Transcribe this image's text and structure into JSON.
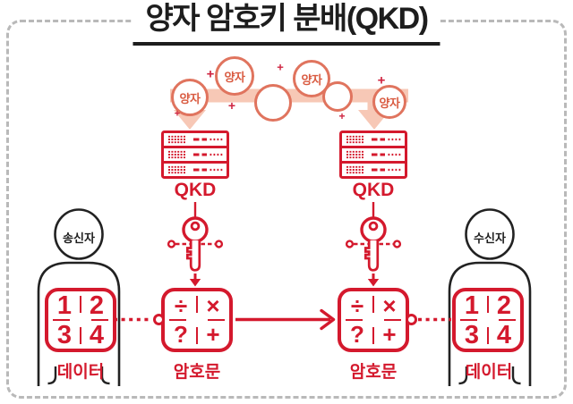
{
  "title": "양자 암호키 분배(QKD)",
  "quantum": {
    "plus_glyph": "+",
    "particles": [
      {
        "label": "양자"
      },
      {
        "label": "양자"
      },
      {
        "label": ""
      },
      {
        "label": "양자"
      },
      {
        "label": ""
      },
      {
        "label": "양자"
      }
    ]
  },
  "qkd": {
    "left_label": "QKD",
    "right_label": "QKD"
  },
  "sender": {
    "role": "송신자",
    "data_label": "데이터",
    "values": [
      "1",
      "2",
      "3",
      "4"
    ]
  },
  "receiver": {
    "role": "수신자",
    "data_label": "데이터",
    "values": [
      "1",
      "2",
      "3",
      "4"
    ]
  },
  "cipher": {
    "left_label": "암호문",
    "right_label": "암호문",
    "symbols": [
      "÷",
      "×",
      "?",
      "+"
    ]
  },
  "colors": {
    "primary_red": "#d4192d",
    "crimson_plus": "#cf2440",
    "salmon_circle": "#e0745e",
    "band_peach": "#f7c8b6",
    "ink": "#1d1d1d",
    "frame_gray": "#b9b9b9"
  }
}
